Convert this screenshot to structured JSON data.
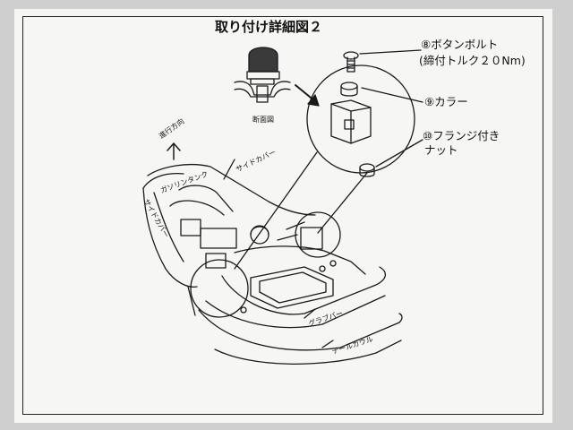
{
  "title": "取り付け詳細図２",
  "section_label": "断面図",
  "direction_label": "進行方向",
  "callouts": {
    "bolt": "⑧ボタンボルト",
    "torque": "(締付トルク２０Nm)",
    "collar": "⑨カラー",
    "nut_line1": "⑩フランジ付き",
    "nut_line2": "ナット"
  },
  "parts": {
    "gas_tank": "ガソリンタンク",
    "side_cover_left": "サイドカバー",
    "side_cover_right": "サイドカバー",
    "grab_bar": "グラブバー",
    "tail_cowl": "テールカウル"
  },
  "colors": {
    "ink": "#1a1a1a",
    "paper": "#f6f6f4",
    "background": "#cfcfcf"
  }
}
